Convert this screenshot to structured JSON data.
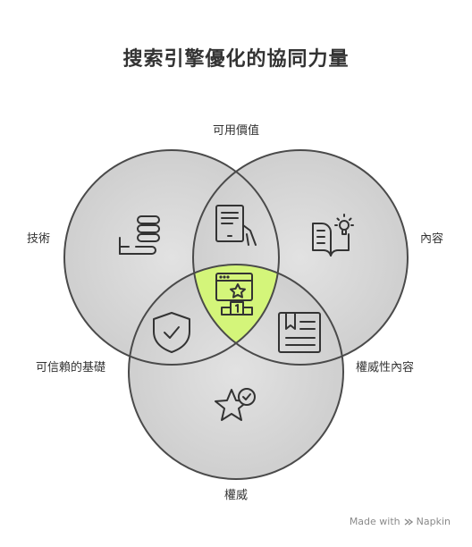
{
  "title": "搜索引擎優化的協同力量",
  "labels": {
    "top": "可用價值",
    "left": "技術",
    "right": "內容",
    "bottom_left": "可信賴的基礎",
    "bottom_right": "權威性內容",
    "bottom": "權威"
  },
  "icons": {
    "left": "server-hand-icon",
    "right": "book-lightbulb-icon",
    "bottom": "star-check-icon",
    "top_overlap": "tablet-touch-icon",
    "left_overlap": "shield-check-icon",
    "right_overlap": "document-bookmark-icon",
    "center": "ranking-podium-icon"
  },
  "colors": {
    "circle_fill": "#d9d9d9",
    "circle_stroke": "#4a4a4a",
    "center_fill": "#d4f57a"
  },
  "footer": {
    "made_with": "Made with",
    "brand": "Napkin"
  }
}
